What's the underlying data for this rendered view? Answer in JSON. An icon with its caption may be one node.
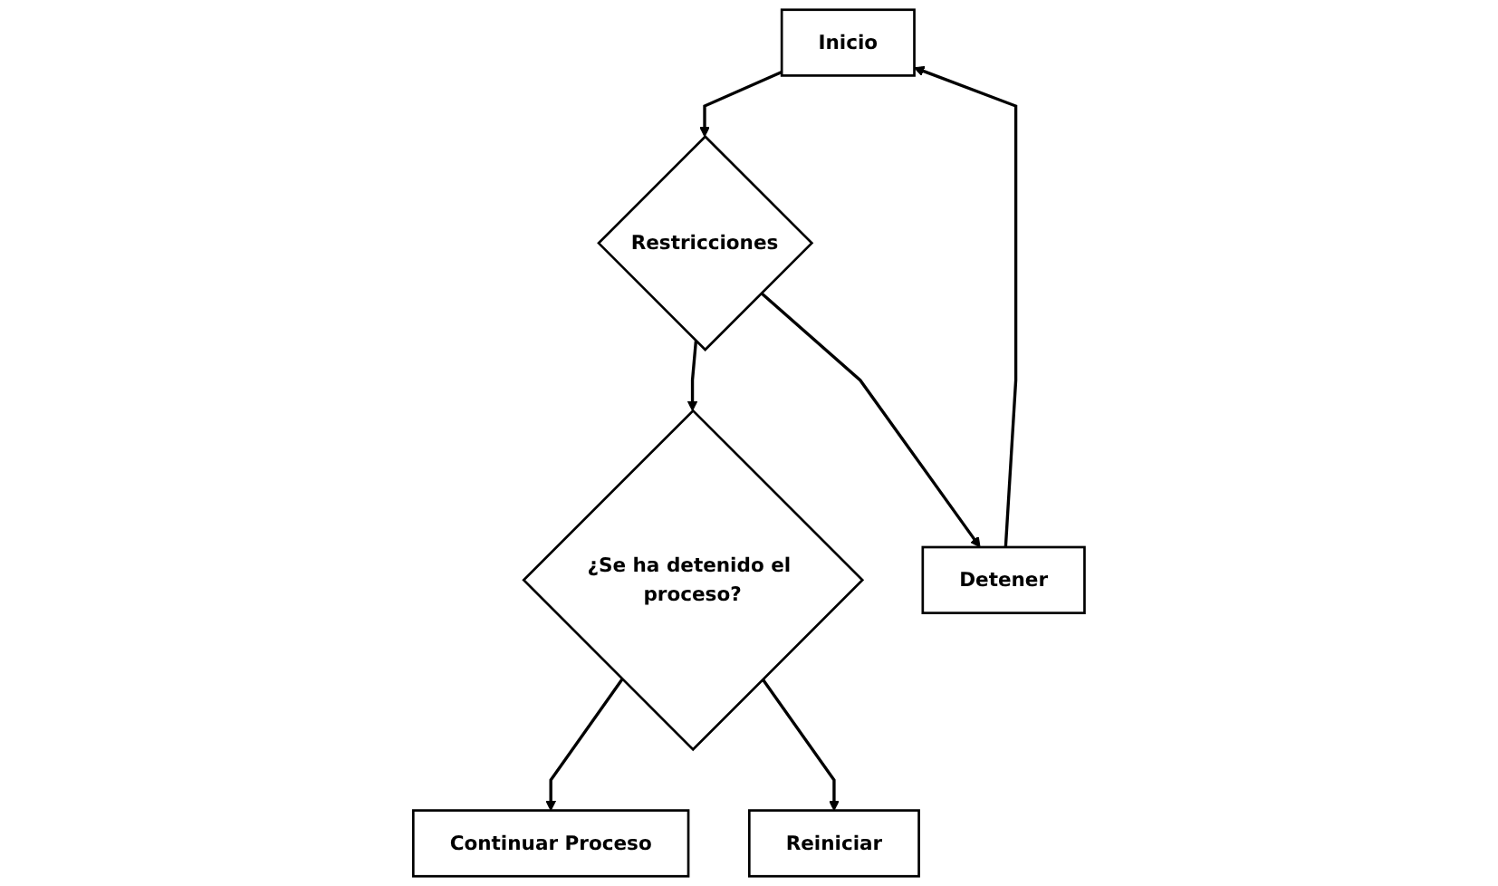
{
  "diagram": {
    "nodes": [
      {
        "text": [
          "Inicio"
        ]
      },
      {
        "text": [
          "Restricciones"
        ]
      },
      {
        "text": [
          "Continuar Proceso"
        ]
      },
      {
        "text": [
          "¿Se ha detenido el proceso?"
        ]
      },
      {
        "text": [
          "Detener"
        ]
      },
      {
        "text": [
          "Reiniciar"
        ]
      }
    ],
    "edges": [
      {
        "from": 4,
        "to": 0,
        "arrow": "to"
      },
      {
        "from": 0,
        "to": 1,
        "arrow": "to"
      },
      {
        "from": 1,
        "to": 3,
        "arrow": "to"
      },
      {
        "from": 1,
        "to": 4,
        "arrow": "to"
      },
      {
        "from": 3,
        "to": 2,
        "arrow": "to"
      },
      {
        "from": 3,
        "to": 5,
        "arrow": "to"
      }
    ]
  }
}
